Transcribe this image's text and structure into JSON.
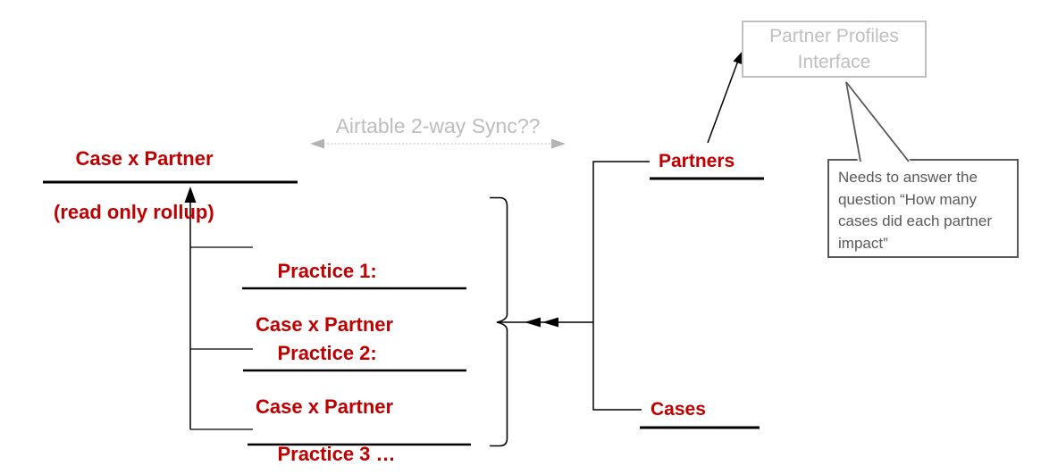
{
  "diagram": {
    "rollup_table": {
      "line1": "Case x Partner",
      "line2": "(read only rollup)"
    },
    "sync_label": "Airtable 2-way Sync??",
    "interface_box_label": "Partner Profiles Interface",
    "practices": [
      {
        "line1": "Practice 1:",
        "line2": "Case x Partner"
      },
      {
        "line1": "Practice 2:",
        "line2": "Case x Partner"
      },
      {
        "line1": "Practice 3 …",
        "line2": ""
      }
    ],
    "partners_label": "Partners",
    "cases_label": "Cases",
    "callout_text": "Needs to answer the question “How many cases did each partner impact”",
    "colors": {
      "table_text_red": "#c00000",
      "connector_black": "#000000",
      "sync_gray": "#bdbdbd",
      "interface_gray": "#bfbfbf",
      "callout_gray": "#595959"
    }
  }
}
